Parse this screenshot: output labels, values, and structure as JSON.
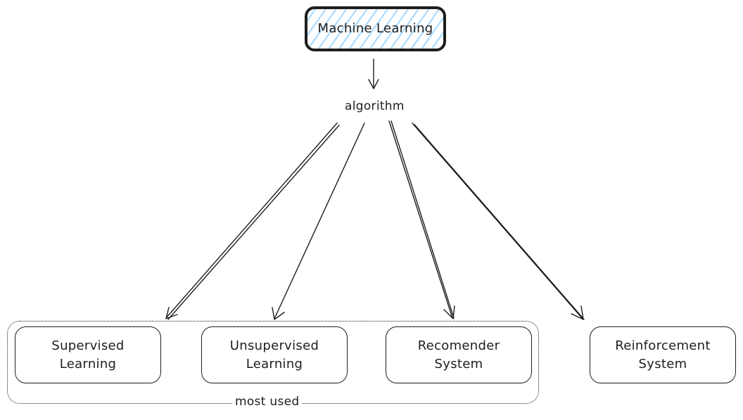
{
  "diagram": {
    "root": {
      "label": "Machine Learning"
    },
    "edge_label": "algorithm",
    "group_label": "most used",
    "nodes": [
      {
        "label": "Supervised\nLearning"
      },
      {
        "label": "Unsupervised\nLearning"
      },
      {
        "label": "Recomender\nSystem"
      },
      {
        "label": "Reinforcement\nSystem"
      }
    ],
    "colors": {
      "stroke": "#1e1e1e",
      "hatch": "#a5d8ff",
      "background": "#ffffff"
    }
  }
}
